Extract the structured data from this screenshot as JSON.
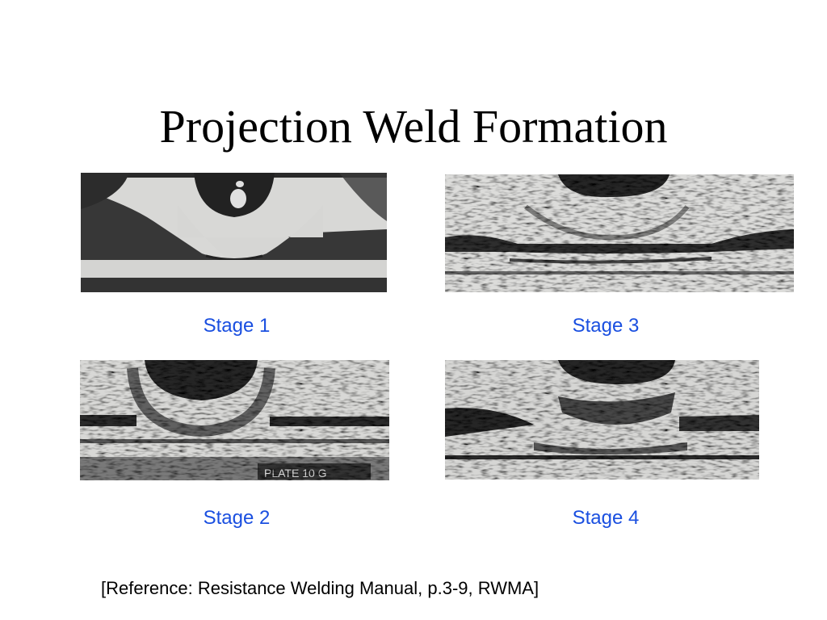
{
  "slide": {
    "title": "Projection Weld Formation",
    "stages": [
      {
        "label": "Stage 1",
        "photo_caption_text": ""
      },
      {
        "label": "Stage 2",
        "photo_caption_text": "PLATE 10 G"
      },
      {
        "label": "Stage 3",
        "photo_caption_text": ""
      },
      {
        "label": "Stage 4",
        "photo_caption_text": ""
      }
    ],
    "reference": "[Reference:  Resistance Welding Manual, p.3-9, RWMA]"
  },
  "colors": {
    "label": "#1a4fe0",
    "title": "#000000"
  }
}
